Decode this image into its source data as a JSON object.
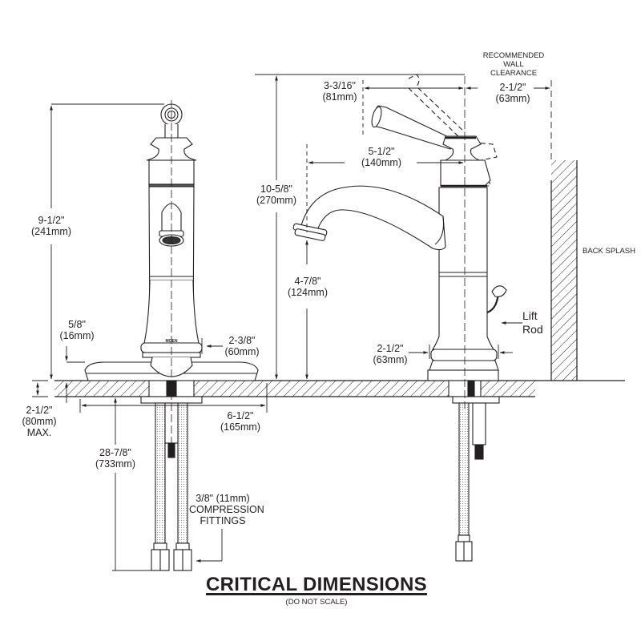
{
  "title": "CRITICAL DIMENSIONS",
  "subtitle": "(DO NOT SCALE)",
  "brand_mark": "MOEN",
  "front_view": {
    "overall_height": {
      "imperial": "9-1/2\"",
      "metric": "(241mm)"
    },
    "base_thickness": {
      "imperial": "5/8\"",
      "metric": "(16mm)"
    },
    "body_width": {
      "imperial": "2-3/8\"",
      "metric": "(60mm)"
    },
    "escutcheon_width": {
      "imperial": "6-1/2\"",
      "metric": "(165mm)"
    },
    "max_deck_thickness": {
      "imperial": "2-1/2\"",
      "metric": "(80mm)",
      "note": "MAX."
    },
    "supply_length": {
      "imperial": "28-7/8\"",
      "metric": "(733mm)"
    },
    "fittings": {
      "line1": "3/8\" (11mm)",
      "line2": "COMPRESSION",
      "line3": "FITTINGS"
    }
  },
  "side_view": {
    "overall_height": {
      "imperial": "10-5/8\"",
      "metric": "(270mm)"
    },
    "handle_reach": {
      "imperial": "3-3/16\"",
      "metric": "(81mm)"
    },
    "spout_reach": {
      "imperial": "5-1/2\"",
      "metric": "(140mm)"
    },
    "spout_height": {
      "imperial": "4-7/8\"",
      "metric": "(124mm)"
    },
    "base_width": {
      "imperial": "2-1/2\"",
      "metric": "(63mm)"
    },
    "wall_clearance": {
      "line1": "RECOMMENDED",
      "line2": "WALL",
      "line3": "CLEARANCE",
      "imperial": "2-1/2\"",
      "metric": "(63mm)"
    },
    "lift_rod": {
      "line1": "Lift",
      "line2": "Rod"
    },
    "back_splash": "BACK SPLASH"
  }
}
